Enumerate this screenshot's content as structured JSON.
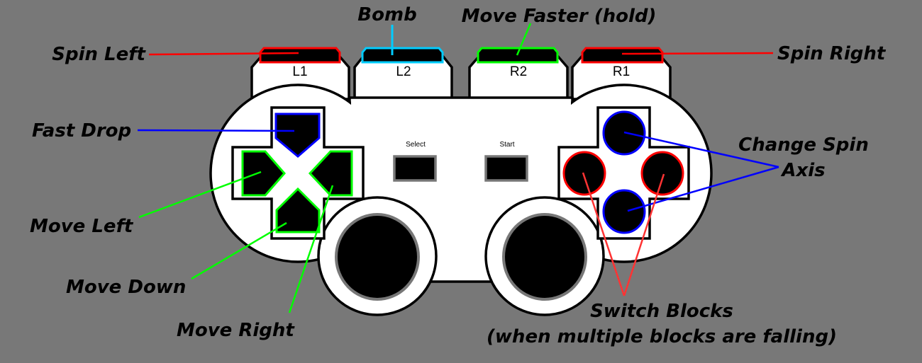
{
  "title": "Controller layout",
  "buttons": {
    "l1": "L1",
    "l2": "L2",
    "r2": "R2",
    "r1": "R1",
    "select": "Select",
    "start": "Start"
  },
  "labels": {
    "spin_left": "Spin Left",
    "bomb": "Bomb",
    "move_faster": "Move Faster (hold)",
    "spin_right": "Spin Right",
    "fast_drop": "Fast Drop",
    "change_spin_1": "Change Spin",
    "change_spin_2": "Axis",
    "move_left": "Move Left",
    "move_down": "Move Down",
    "move_right": "Move Right",
    "switch_blocks_1": "Switch Blocks",
    "switch_blocks_2": "(when multiple blocks are falling)"
  },
  "colors": {
    "background": "#787878",
    "red": "#ff0000",
    "cyan": "#00ccff",
    "green": "#00ff00",
    "blue": "#0000ff",
    "stick_rim": "#777777"
  }
}
